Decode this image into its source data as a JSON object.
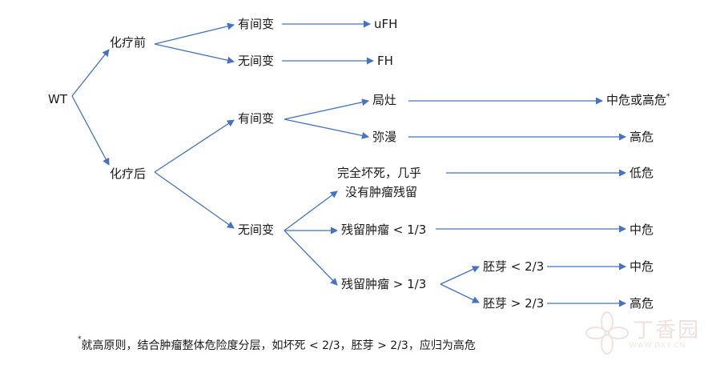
{
  "nodes": {
    "root": "WT",
    "pre_chemo": "化疗前",
    "post_chemo": "化疗后",
    "pre_anaplasia_yes": "有间变",
    "pre_anaplasia_no": "无间变",
    "result_ufh": "uFH",
    "result_fh": "FH",
    "post_anaplasia_yes": "有间变",
    "focal": "局灶",
    "diffuse": "弥漫",
    "high_or_intermediate": "中危或高危",
    "high_risk_1": "高危",
    "post_anaplasia_no": "无间变",
    "complete_necrosis_line1": "完全坏死，几乎",
    "complete_necrosis_line2": "没有肿瘤残留",
    "low_risk": "低危",
    "residual_lt": "残留肿瘤 < 1/3",
    "intermediate_risk_1": "中危",
    "residual_gt": "残留肿瘤 > 1/3",
    "blastema_lt": "胚芽 < 2/3",
    "intermediate_risk_2": "中危",
    "blastema_gt": "胚芽 > 2/3",
    "high_risk_2": "高危"
  },
  "footnote": {
    "marker": "*",
    "text": "就高原则，结合肿瘤整体危险度分层，如坏死 < 2/3，胚芽 > 2/3，应归为高危"
  },
  "watermark": {
    "text": "丁香园",
    "url": "WWW.DXY.CN"
  },
  "colors": {
    "arrow": "#4472c4",
    "text": "#1a1a1a"
  }
}
